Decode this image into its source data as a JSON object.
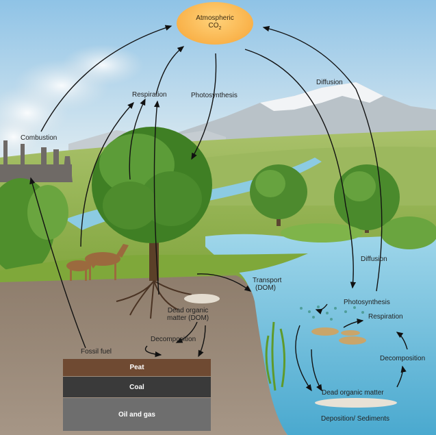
{
  "labels": {
    "atmospheric_co2": "Atmospheric",
    "co2_formula": "CO",
    "co2_subscript": "2",
    "combustion": "Combustion",
    "respiration_land": "Respiration",
    "photosynthesis_land": "Photosynthesis",
    "diffusion_top": "Diffusion",
    "diffusion_mid": "Diffusion",
    "transport_line1": "Transport",
    "transport_line2": "(DOM)",
    "dead_organic_land_line1": "Dead organic",
    "dead_organic_land_line2": "matter (DOM)",
    "decomposition_land": "Decomposition",
    "fossil_fuel": "Fossil fuel",
    "photosynthesis_water": "Photosynthesis",
    "respiration_water": "Respiration",
    "decomposition_water": "Decomposition",
    "dead_organic_water": "Dead organic matter",
    "deposition": "Deposition/ Sediments"
  },
  "strata": [
    "Peat",
    "Coal",
    "Oil and gas"
  ],
  "colors": {
    "sky_top": "#8fc3e6",
    "sky_bottom": "#e4eef2",
    "grass": "#8fb04a",
    "soil": "#9a8a7a",
    "water": "#7fc7e0",
    "peat": "#6f4a32",
    "coal": "#3a3a3a",
    "oil_gas": "#6e6e6e",
    "co2_fill": "#f9b24a"
  }
}
